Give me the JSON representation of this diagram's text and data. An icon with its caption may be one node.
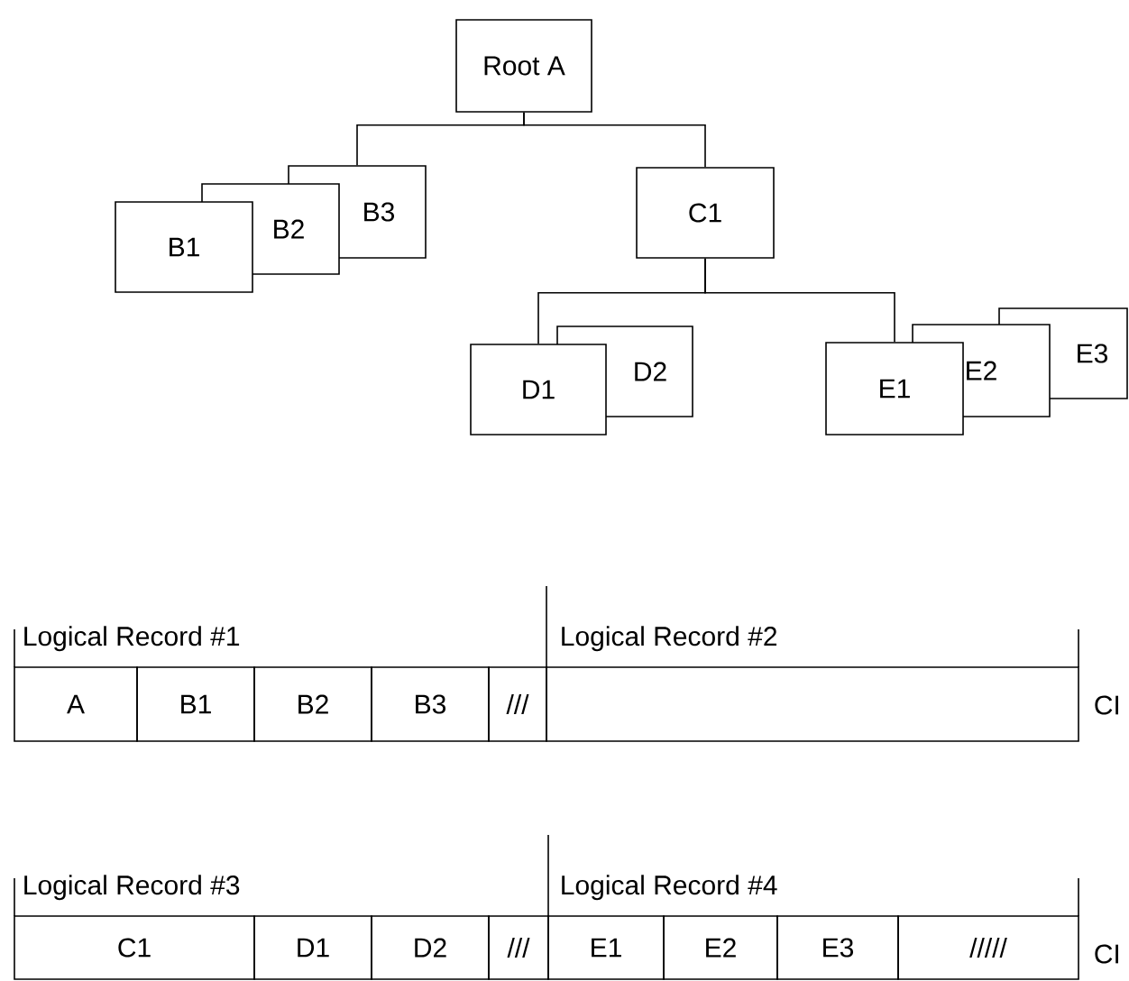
{
  "diagram": {
    "nodes": [
      {
        "text": [
          "Root A"
        ]
      },
      {
        "text": [
          "B1"
        ]
      },
      {
        "text": [
          "B2"
        ]
      },
      {
        "text": [
          "B3"
        ]
      },
      {
        "text": [
          "C1"
        ]
      },
      {
        "text": [
          "D1"
        ]
      },
      {
        "text": [
          "D2"
        ]
      },
      {
        "text": [
          "E1"
        ]
      },
      {
        "text": [
          "E2"
        ]
      },
      {
        "text": [
          "E3"
        ]
      }
    ],
    "edges": [
      {
        "from": 0,
        "to": 3,
        "arrow": "none"
      },
      {
        "from": 0,
        "to": 4,
        "arrow": "none"
      },
      {
        "from": 4,
        "to": 5,
        "arrow": "none"
      },
      {
        "from": 4,
        "to": 7,
        "arrow": "none"
      }
    ],
    "labels": [
      "Logical Record #1",
      "Logical Record #2",
      "A",
      "B1",
      "B2",
      "B3",
      "///",
      "CI",
      "Logical Record #3",
      "Logical Record #4",
      "C1",
      "D1",
      "D2",
      "///",
      "E1",
      "E2",
      "E3",
      "/////",
      "CI"
    ]
  }
}
